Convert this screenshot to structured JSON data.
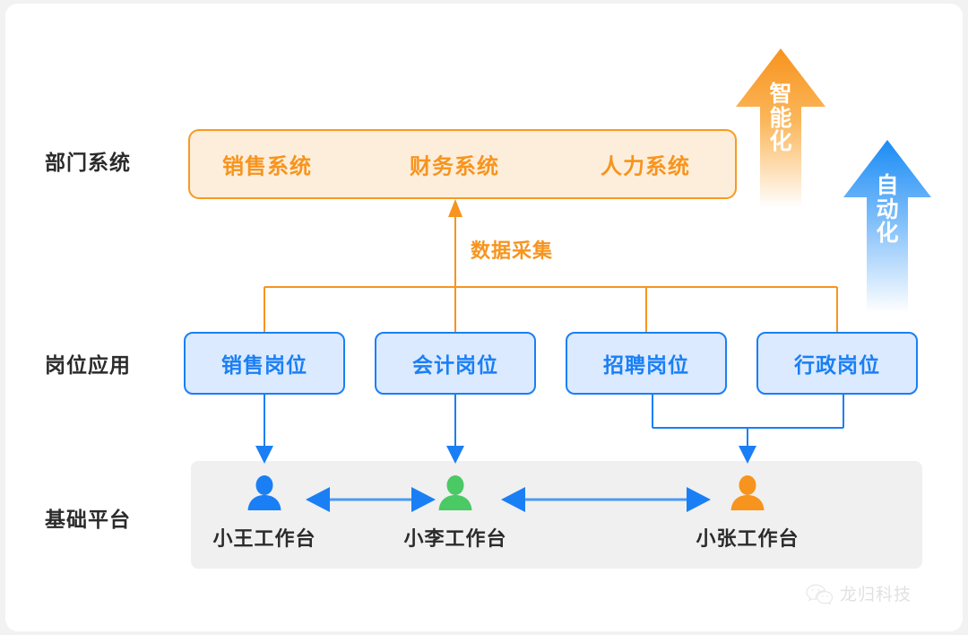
{
  "page": {
    "background": "#f2f2f2",
    "card_background": "#ffffff"
  },
  "colors": {
    "orange": "#f7941e",
    "orange_fill": "#fdeedb",
    "blue": "#1a7ff5",
    "blue_fill": "#dbeafe",
    "green": "#4ac964",
    "gray_panel": "#f0f0f0",
    "text_dark": "#2b2b2b",
    "watermark": "#c9c9c9"
  },
  "rows": [
    {
      "label": "部门系统"
    },
    {
      "label": "岗位应用"
    },
    {
      "label": "基础平台"
    }
  ],
  "department_systems": {
    "items": [
      {
        "label": "销售系统"
      },
      {
        "label": "财务系统"
      },
      {
        "label": "人力系统"
      }
    ]
  },
  "job_applications": {
    "items": [
      {
        "label": "销售岗位"
      },
      {
        "label": "会计岗位"
      },
      {
        "label": "招聘岗位"
      },
      {
        "label": "行政岗位"
      }
    ]
  },
  "base_platform": {
    "workstations": [
      {
        "label": "小王工作台",
        "color": "#1a7ff5",
        "icon": "person-icon"
      },
      {
        "label": "小李工作台",
        "color": "#4ac964",
        "icon": "person-icon"
      },
      {
        "label": "小张工作台",
        "color": "#f7941e",
        "icon": "person-icon"
      }
    ]
  },
  "connector_label": "数据采集",
  "side_arrows": [
    {
      "name": "intelligence-arrow",
      "chars": [
        "智",
        "能",
        "化"
      ],
      "color_top": "#f79a22",
      "color_bottom": "#ffffff"
    },
    {
      "name": "automation-arrow",
      "chars": [
        "自",
        "动",
        "化"
      ],
      "color_top": "#1a8cf5",
      "color_bottom": "#ffffff"
    }
  ],
  "watermark": {
    "icon": "wechat-icon",
    "text": "龙归科技"
  }
}
